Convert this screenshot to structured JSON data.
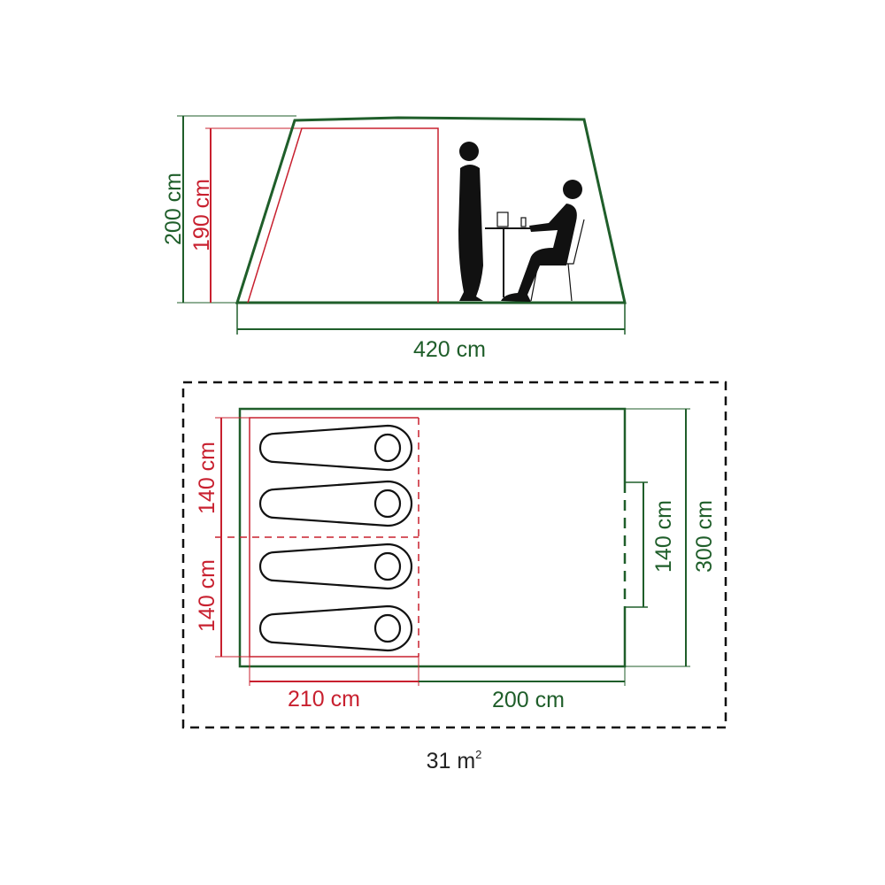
{
  "colors": {
    "green": "#1f5e2a",
    "red": "#c8202f",
    "black": "#111111"
  },
  "side_view": {
    "total_height": "200 cm",
    "bedroom_height": "190 cm",
    "length": "420 cm"
  },
  "floor_plan": {
    "bedroom_left_upper": "140 cm",
    "bedroom_left_lower": "140 cm",
    "door_width": "140 cm",
    "total_width": "300 cm",
    "bedroom_depth": "210 cm",
    "living_depth": "200 cm",
    "sleeping_bags": 4,
    "area": "31 m",
    "area_unit_sup": "2"
  }
}
